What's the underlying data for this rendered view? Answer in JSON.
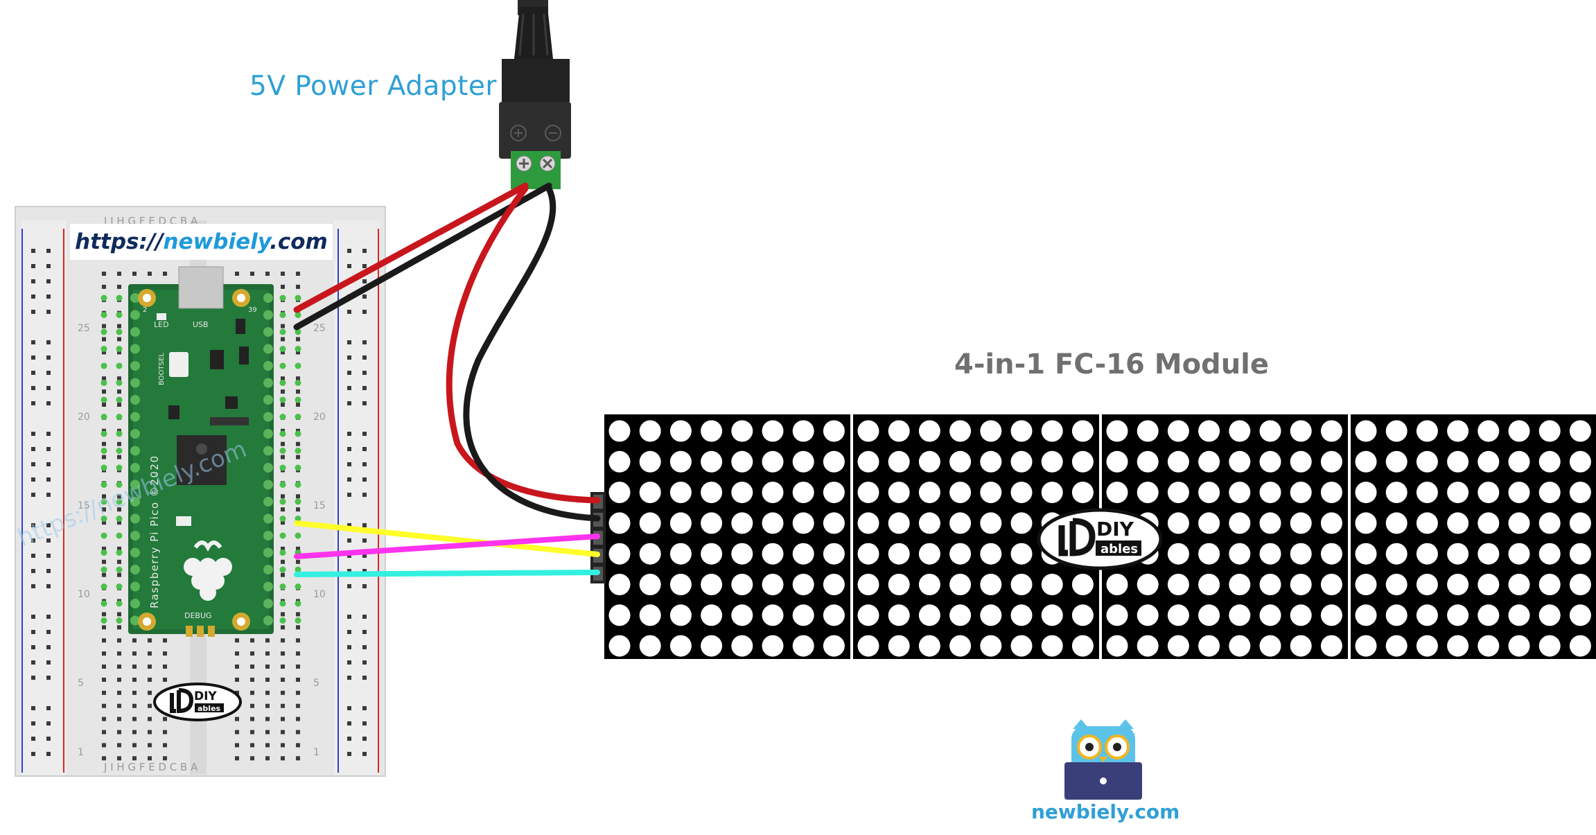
{
  "labels": {
    "adapter": "5V Power Adapter",
    "module": "4-in-1 FC-16 Module",
    "url_prefix": "https://",
    "url_domain": "newbiely",
    "url_suffix": ".com",
    "brand": "newbiely.com",
    "watermark": "https://newbiely.com"
  },
  "pico": {
    "silkscreen": "Raspberry Pi Pico ©2020",
    "led": "LED",
    "usb": "USB",
    "bootsel": "BOOTSEL",
    "debug": "DEBUG",
    "pin_left_top": "2",
    "pin_right_top": "39"
  },
  "breadboard": {
    "top_letters": "J I H G F    E D C B A",
    "bottom_letters": "J I H G F    E D C B A",
    "row_numbers": [
      "25",
      "20",
      "15",
      "10",
      "5",
      "1"
    ]
  },
  "logos": {
    "diy_text": "DIY",
    "ables_text": "ables"
  },
  "wires": {
    "red": "#c8161d",
    "black": "#1a1a1a",
    "yellow": "#ffff2a",
    "magenta": "#ff33ee",
    "cyan": "#33f0e0"
  },
  "matrix": {
    "modules": 4,
    "rows": 8,
    "cols": 8
  }
}
